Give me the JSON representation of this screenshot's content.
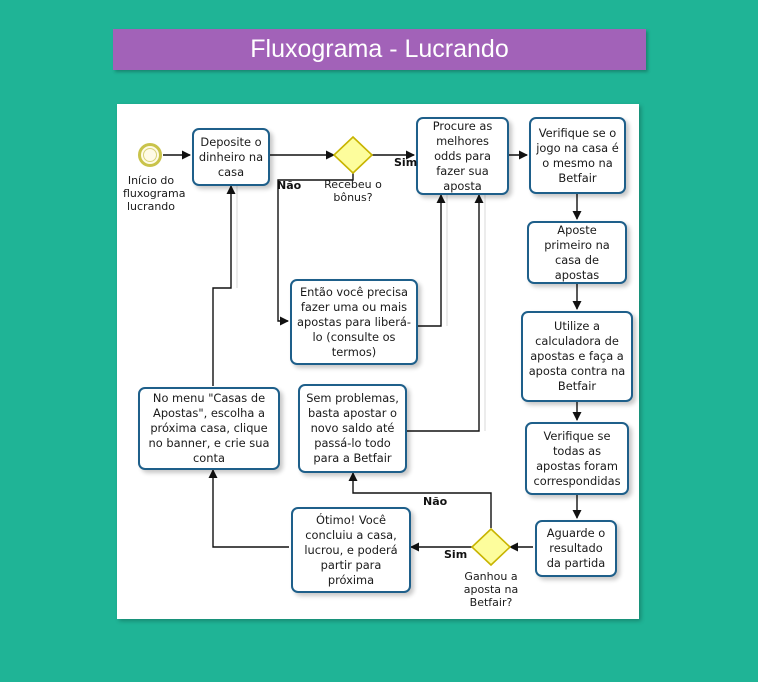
{
  "title": "Fluxograma - Lucrando",
  "colors": {
    "background": "#1fb496",
    "title_bar": "#a262b8",
    "box_border": "#1e5f8a",
    "gateway_fill": "#fdfd9c",
    "gateway_border": "#c8b400",
    "start_event_border": "#c9c34a"
  },
  "start_event": {
    "label": "Início do fluxograma lucrando"
  },
  "nodes": {
    "deposite": "Deposite o dinheiro na casa",
    "procure": "Procure as melhores odds para fazer sua aposta",
    "verifique_jogo": "Verifique se o jogo na casa é o mesmo na Betfair",
    "aposte_primeiro": "Aposte primeiro na casa de apostas",
    "utilize_calculadora": "Utilize a calculadora de apostas e faça a aposta contra na Betfair",
    "verifique_todas": "Verifique se todas as apostas foram correspondidas",
    "aguarde": "Aguarde o resultado da partida",
    "entao": "Então você precisa fazer uma ou mais apostas para liberá-lo (consulte os termos)",
    "sem_problemas": "Sem problemas, basta apostar o novo saldo até passá-lo todo para a Betfair",
    "no_menu": "No menu \"Casas de Apostas\", escolha a próxima casa, clique no banner, e crie sua conta",
    "otimo": "Ótimo! Você concluiu a casa, lucrou, e poderá partir para próxima"
  },
  "gateways": {
    "bonus": "Recebeu o bônus?",
    "ganhou": "Ganhou a aposta na Betfair?"
  },
  "edge_labels": {
    "bonus_sim": "Sim",
    "bonus_nao": "Não",
    "ganhou_sim": "Sim",
    "ganhou_nao": "Não"
  }
}
